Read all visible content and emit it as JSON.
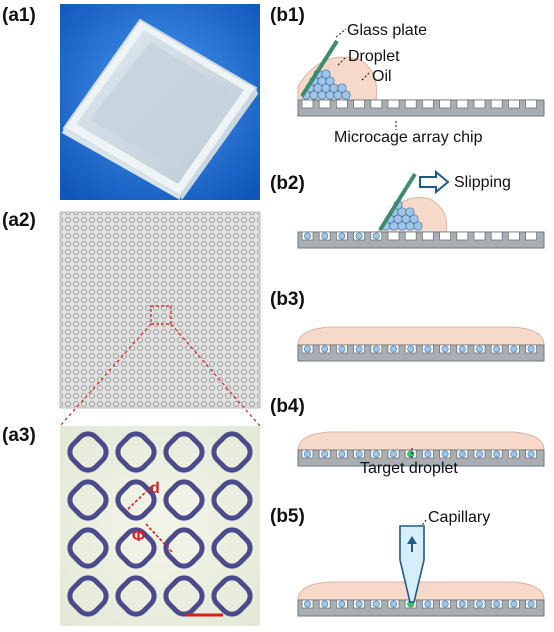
{
  "panels": {
    "a1": "(a1)",
    "a2": "(a2)",
    "a3": "(a3)",
    "b1": "(b1)",
    "b2": "(b2)",
    "b3": "(b3)",
    "b4": "(b4)",
    "b5": "(b5)"
  },
  "annotations": {
    "glass_plate": "Glass plate",
    "droplet": "Droplet",
    "oil": "Oil",
    "chip": "Microcage array chip",
    "slipping": "Slipping",
    "target": "Target droplet",
    "capillary": "Capillary",
    "d": "d",
    "phi": "Φ"
  },
  "colors": {
    "chip": "#a9aeb3",
    "oil": "#f7d9c9",
    "droplet": "#9fc5e8",
    "target": "#33cc55",
    "glass": "#3e8a6f",
    "arrow": "#1f5b86",
    "ring": "#4b4a8a",
    "red": "#d42020",
    "blue_bg": "#1e6fd6"
  }
}
